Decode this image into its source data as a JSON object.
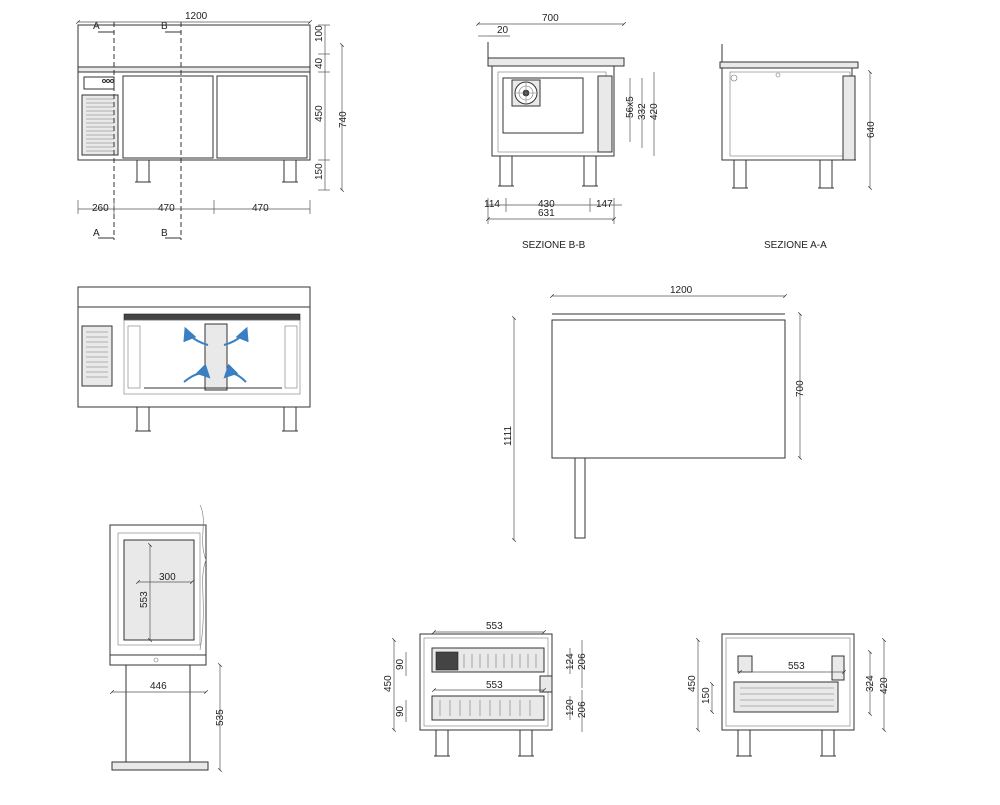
{
  "view_front": {
    "width": "1200",
    "seg_left": "260",
    "seg_mid": "470",
    "seg_right": "470",
    "h_top": "100",
    "h_40": "40",
    "h_450": "450",
    "h_150": "150",
    "h_total": "740",
    "sec_a": "A",
    "sec_b": "B"
  },
  "section_bb": {
    "caption": "SEZIONE B-B",
    "width": "700",
    "offset": "20",
    "d_114": "114",
    "d_430": "430",
    "d_147": "147",
    "d_631": "631",
    "d_56x5": "56x5",
    "d_332": "332",
    "d_420": "420"
  },
  "section_aa": {
    "caption": "SEZIONE A-A",
    "h_640": "640"
  },
  "plan_view": {
    "width": "1200",
    "depth": "700",
    "total": "1111"
  },
  "drawer_detail": {
    "w_300": "300",
    "h_553": "553",
    "w_446": "446",
    "h_535": "535"
  },
  "drawer_section": {
    "w_top": "553",
    "w_mid": "553",
    "h_450": "450",
    "d_90a": "90",
    "d_90b": "90",
    "d_124": "124",
    "d_206a": "206",
    "d_120": "120",
    "d_206b": "206"
  },
  "basket_section": {
    "w_553": "553",
    "h_450": "450",
    "d_150": "150",
    "d_324": "324",
    "d_420": "420"
  },
  "colors": {
    "line": "#333333",
    "airflow": "#3a7fc1"
  },
  "icons": [
    "fan-icon",
    "airflow-arrow-icon",
    "louver-grille-icon"
  ]
}
